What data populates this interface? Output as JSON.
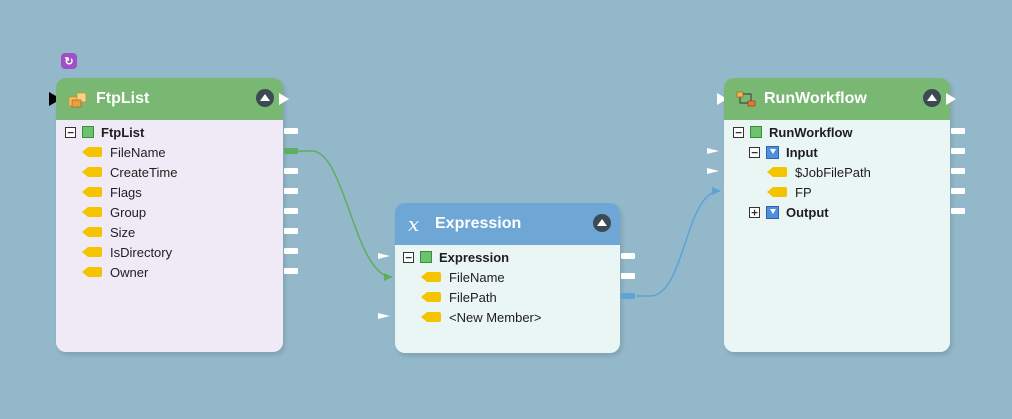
{
  "colors": {
    "canvas_bg": "#93b8c9",
    "green_header": "#78b873",
    "blue_header": "#6ea7d5",
    "ftplist_body": "#f0eaf7",
    "mint_body": "#eaf6f4",
    "wire_green": "#5fae5f",
    "wire_blue": "#5fa2d8",
    "attribute_yellow": "#f4c400"
  },
  "ftplist": {
    "title": "FtpList",
    "header_icon": "folders-icon",
    "badge_icon": "refresh-icon",
    "feature_type": "FtpList",
    "attributes": [
      "FileName",
      "CreateTime",
      "Flags",
      "Group",
      "Size",
      "IsDirectory",
      "Owner"
    ]
  },
  "expression": {
    "title": "Expression",
    "header_icon": "function-x-icon",
    "feature_type": "Expression",
    "attributes": [
      "FileName",
      "FilePath",
      "<New Member>"
    ]
  },
  "runworkflow": {
    "title": "RunWorkflow",
    "header_icon": "workflow-icon",
    "feature_type": "RunWorkflow",
    "input_group": "Input",
    "input_attributes": [
      "$JobFilePath",
      "FP"
    ],
    "output_group": "Output"
  }
}
